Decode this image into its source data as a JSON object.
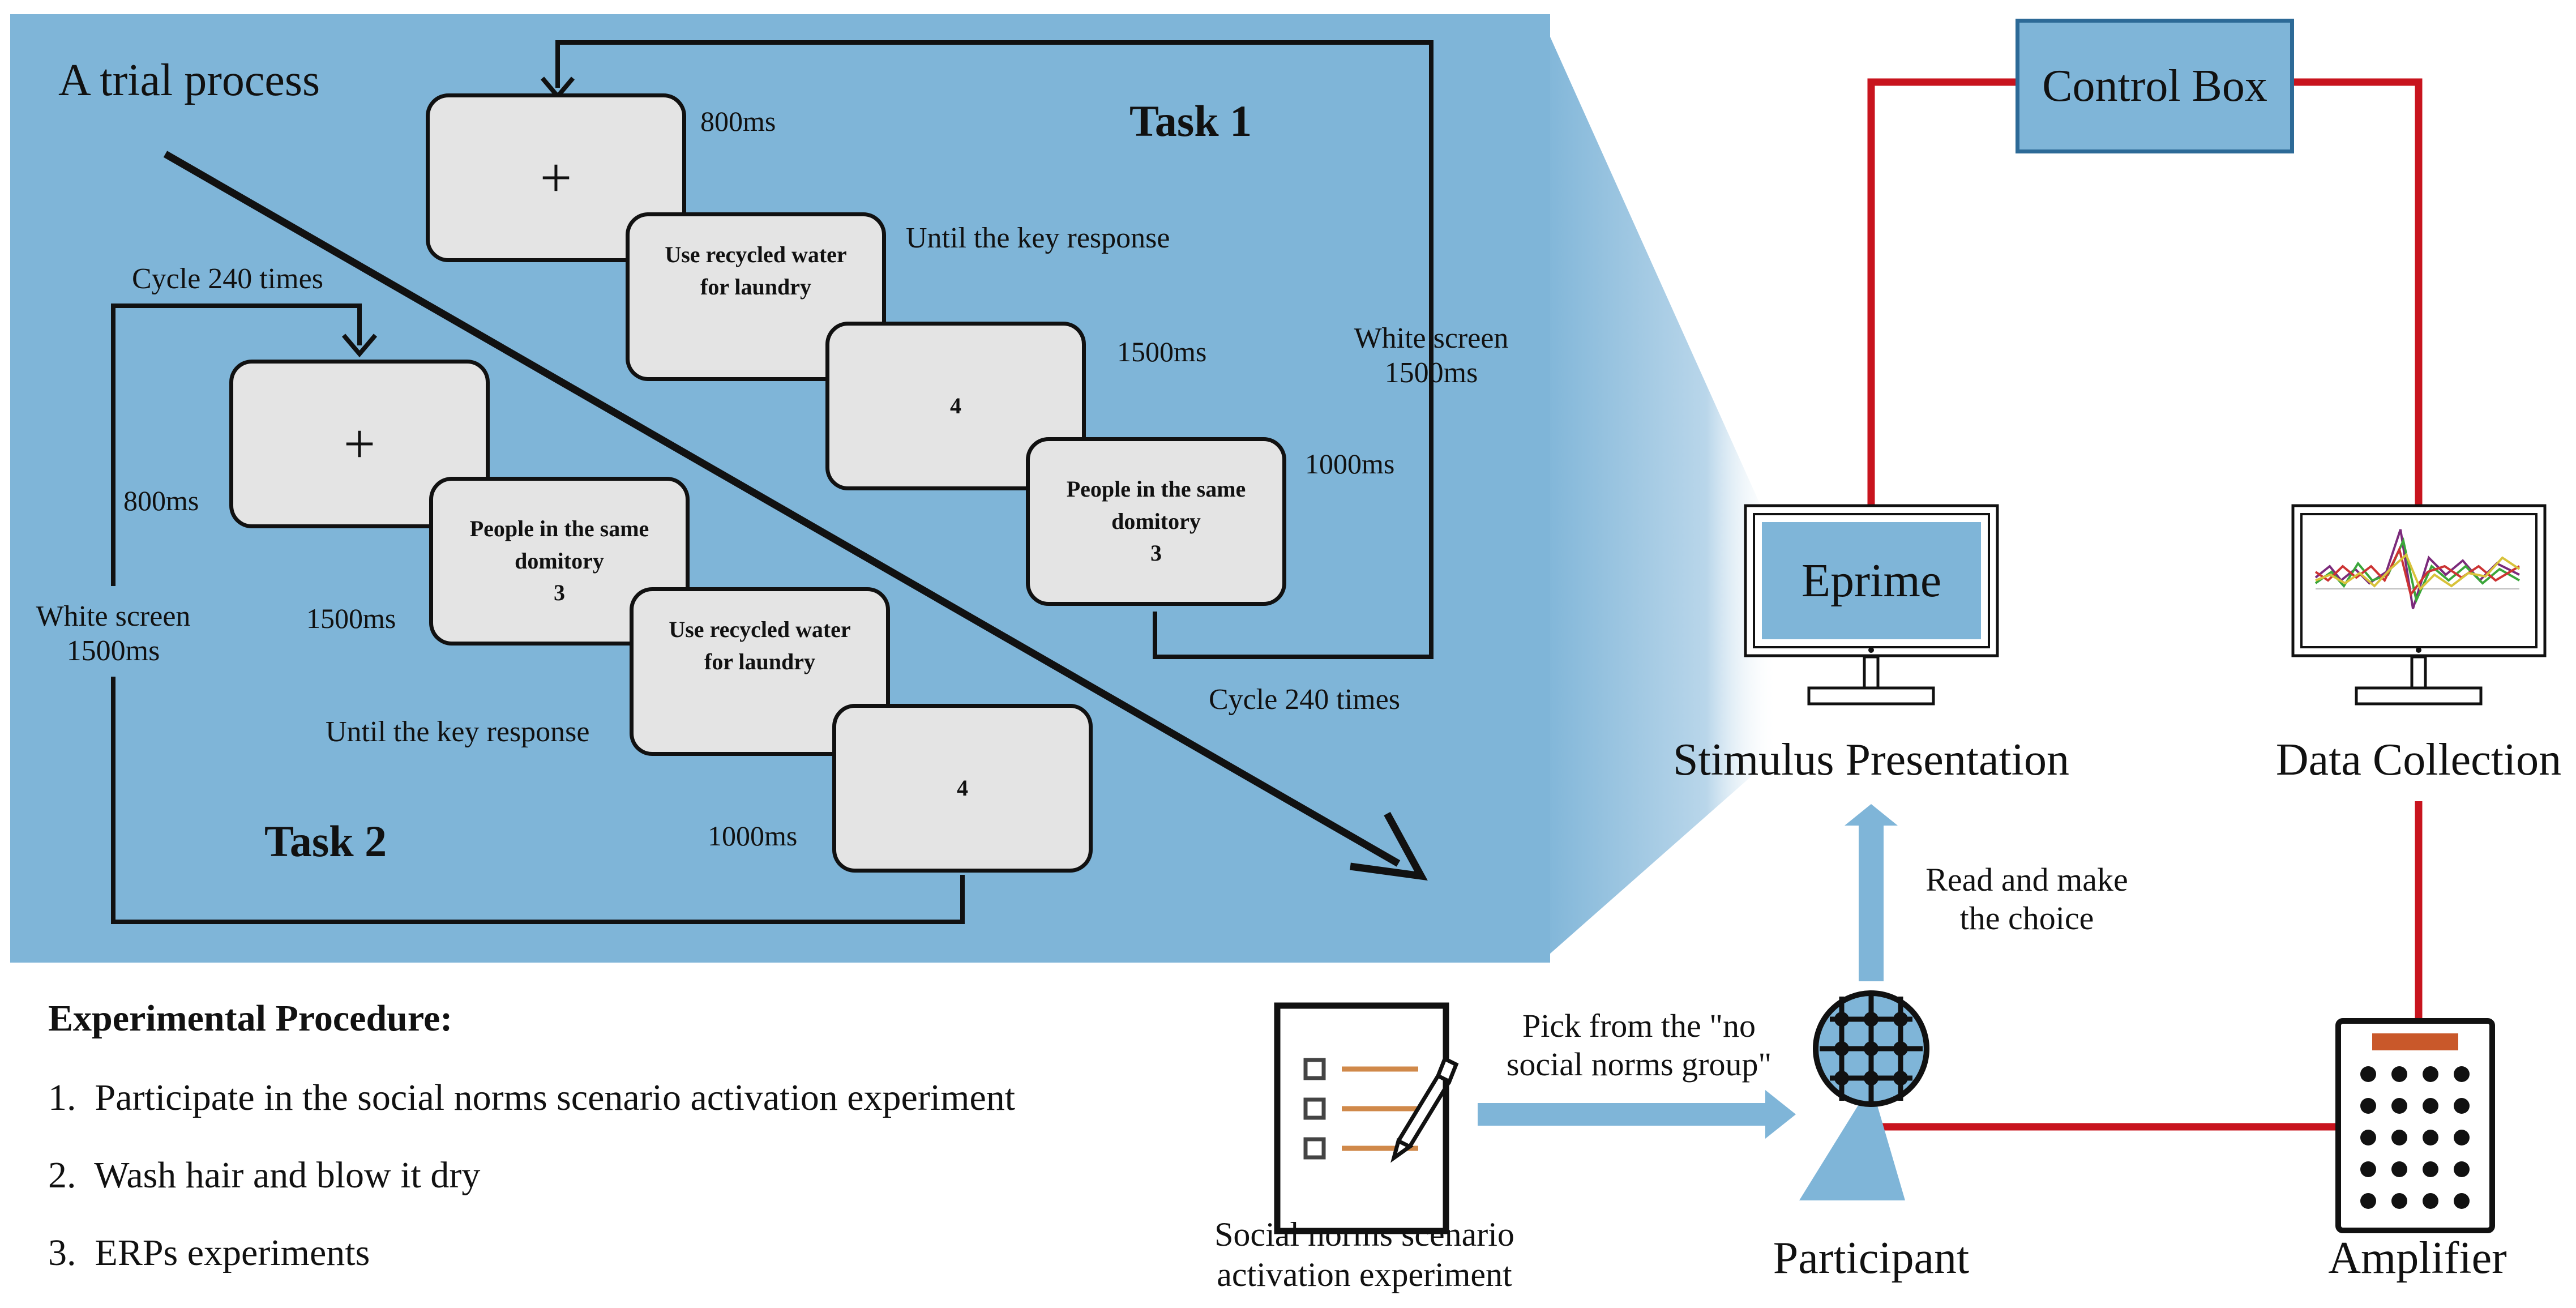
{
  "trial": {
    "title": "A trial process",
    "task1": {
      "heading": "Task 1",
      "fixation_symbol": "+",
      "fixation_time": "800ms",
      "stimulus_line1": "Use recycled water",
      "stimulus_line2": "for laundry",
      "stimulus_time": "Until the key response",
      "number": "4",
      "number_time": "1500ms",
      "feedback_line1": "People in the same",
      "feedback_line2": "domitory",
      "feedback_line3": "3",
      "feedback_time": "1000ms",
      "white_line1": "White screen",
      "white_line2": "1500ms",
      "cycle": "Cycle 240 times"
    },
    "task2": {
      "heading": "Task 2",
      "cycle": "Cycle 240 times",
      "fixation_symbol": "+",
      "fixation_time": "800ms",
      "white_line1": "White screen",
      "white_line2": "1500ms",
      "feedback_line1": "People in the same",
      "feedback_line2": "domitory",
      "feedback_line3": "3",
      "feedback_time": "1500ms",
      "stimulus_line1": "Use recycled water",
      "stimulus_line2": "for laundry",
      "stimulus_time": "Until the key response",
      "number": "4",
      "number_time": "1000ms"
    }
  },
  "setup": {
    "control_box": "Control Box",
    "eprime": "Eprime",
    "stimulus_presentation": "Stimulus Presentation",
    "data_collection": "Data Collection",
    "read_line1": "Read and make",
    "read_line2": "the choice",
    "pick_line1": "Pick from the \"no",
    "pick_line2": "social norms group\"",
    "survey_line1": "Social norms scenario",
    "survey_line2": "activation experiment",
    "participant": "Participant",
    "amplifier": "Amplifier"
  },
  "procedure": {
    "heading": "Experimental Procedure:",
    "steps": [
      "1.  Participate in the social norms scenario activation experiment",
      "2.  Wash hair and blow it dry",
      "3.  ERPs experiments"
    ]
  },
  "colors": {
    "panel_blue": "#7fb5d8",
    "wire_red": "#c8141e",
    "card_gray": "#e4e4e4",
    "accent_orange": "#d0894a",
    "amplifier_bar": "#c9582a"
  },
  "icons": [
    "tshirt-spray-icon",
    "checklist-pen-icon",
    "participant-head-icon",
    "eeg-waveform-icon"
  ]
}
